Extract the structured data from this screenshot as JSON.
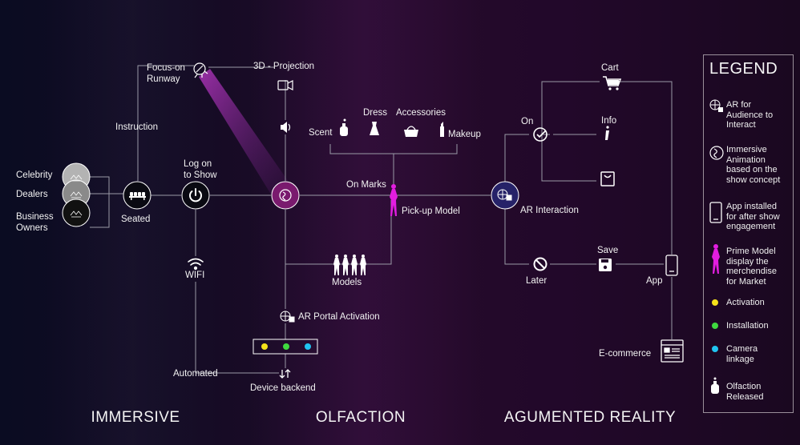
{
  "sections": {
    "immersive": "IMMERSIVE",
    "olfaction": "OLFACTION",
    "ar": "AGUMENTED REALITY"
  },
  "labels": {
    "focus_runway": "Focus-on\nRunway",
    "projection": "3D - Projection",
    "instruction": "Instruction",
    "celebrity": "Celebrity",
    "dealers": "Dealers",
    "business_owners": "Business\nOwners",
    "seated": "Seated",
    "log_on": "Log on\nto Show",
    "wifi": "WIFI",
    "automated": "Automated",
    "device_backend": "Device backend",
    "ar_portal": "AR Portal Activation",
    "dress": "Dress",
    "accessories": "Accessories",
    "scent": "Scent",
    "makeup": "Makeup",
    "on_marks": "On Marks",
    "pickup_model": "Pick-up Model",
    "models": "Models",
    "ar_interaction": "AR Interaction",
    "cart": "Cart",
    "on": "On",
    "info": "Info",
    "later": "Later",
    "save": "Save",
    "app": "App",
    "ecommerce": "E-commerce"
  },
  "legend": {
    "title": "LEGEND",
    "items": [
      {
        "icon": "ar-globe-icon",
        "text": "AR for\nAudience to\nInteract"
      },
      {
        "icon": "immersive-animation-icon",
        "text": "Immersive\nAnimation\nbased on the\nshow concept"
      },
      {
        "icon": "phone-icon",
        "text": "App installed\nfor after show\nengagement"
      },
      {
        "icon": "prime-model-icon",
        "text": "Prime Model\ndisplay the\nmerchendise\nfor Market"
      },
      {
        "icon": "yellow-dot",
        "text": "Activation"
      },
      {
        "icon": "green-dot",
        "text": "Installation"
      },
      {
        "icon": "cyan-dot",
        "text": "Camera\nlinkage"
      },
      {
        "icon": "perfume-icon",
        "text": "Olfaction\nReleased"
      }
    ]
  },
  "colors": {
    "activation": "#f5e21a",
    "installation": "#3fd93f",
    "camera": "#20c4f0",
    "model_magenta": "#e21de0",
    "animation_node": "#7a1a6e",
    "ar_node": "#2a2470",
    "line": "#9a9aa6"
  }
}
